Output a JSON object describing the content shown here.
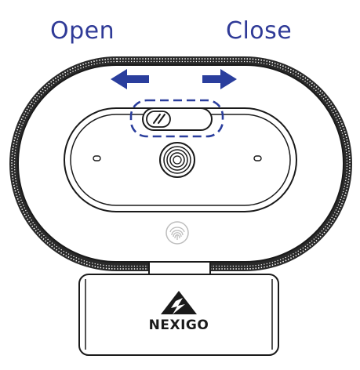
{
  "captions": {
    "open": "Open",
    "close": "Close"
  },
  "brand": {
    "name": "NEXIGO"
  },
  "colors": {
    "caption_text": "#2f3a97",
    "arrow": "#2a3e9d",
    "highlight_dash": "#2a3e9d",
    "outline": "#1a1a1a",
    "body_fill": "#ffffff",
    "knurl": "#2a2a2a"
  },
  "icons": {
    "open_arrow": "arrow-left-icon",
    "close_arrow": "arrow-right-icon",
    "privacy_shutter": "privacy-shutter-icon",
    "lens": "camera-lens-icon",
    "fingerprint": "fingerprint-icon",
    "logo": "nexigo-logo-icon"
  }
}
